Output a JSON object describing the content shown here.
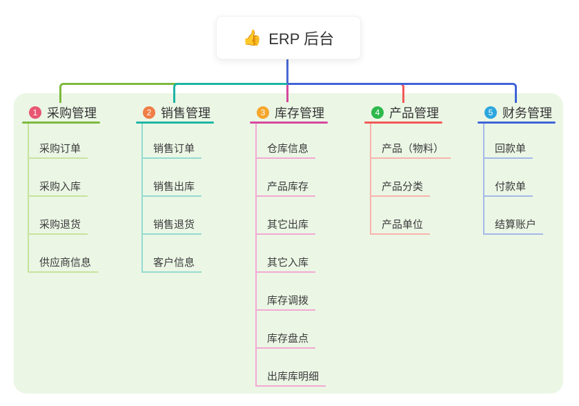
{
  "root": {
    "icon": "👍",
    "title": "ERP 后台",
    "connector_color": "#4a67d3"
  },
  "colors": {
    "canvas_bg": "#ffffff",
    "panel_bg": "#ebf6e5",
    "title_text": "#333333",
    "item_text": "#3b3b3b"
  },
  "branches": [
    {
      "badge": "1",
      "title": "采购管理",
      "badge_color": "#e85672",
      "line_color": "#7cb93e",
      "light_color": "#c6e39c",
      "items": [
        "采购订单",
        "采购入库",
        "采购退货",
        "供应商信息"
      ]
    },
    {
      "badge": "2",
      "title": "销售管理",
      "badge_color": "#ef7d45",
      "line_color": "#1db4a4",
      "light_color": "#93dbd0",
      "items": [
        "销售订单",
        "销售出库",
        "销售退货",
        "客户信息"
      ]
    },
    {
      "badge": "3",
      "title": "库存管理",
      "badge_color": "#f5a62b",
      "line_color": "#d6479e",
      "light_color": "#f2a9d2",
      "items": [
        "仓库信息",
        "产品库存",
        "其它出库",
        "其它入库",
        "库存调拨",
        "库存盘点",
        "出库库明细"
      ]
    },
    {
      "badge": "4",
      "title": "产品管理",
      "badge_color": "#2eb84c",
      "line_color": "#f25858",
      "light_color": "#f8b3ab",
      "items": [
        "产品（物料）",
        "产品分类",
        "产品单位"
      ]
    },
    {
      "badge": "5",
      "title": "财务管理",
      "badge_color": "#2ba7de",
      "line_color": "#3e63d8",
      "light_color": "#a3b8e8",
      "items": [
        "回款单",
        "付款单",
        "结算账户"
      ]
    }
  ]
}
